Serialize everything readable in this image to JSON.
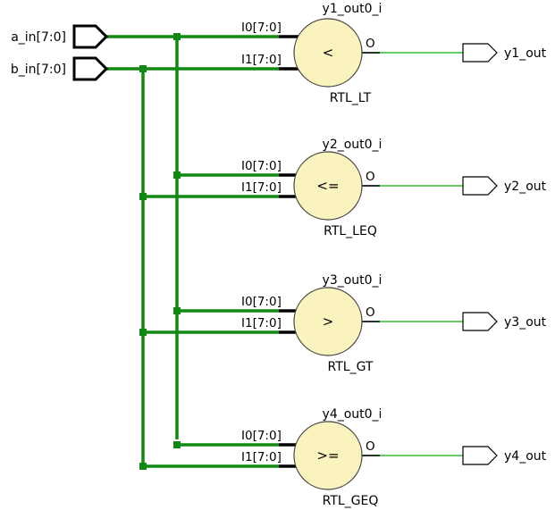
{
  "inputs": [
    {
      "label": "a_in[7:0]"
    },
    {
      "label": "b_in[7:0]"
    }
  ],
  "comparators": [
    {
      "instance": "y1_out0_i",
      "operator": "<",
      "cell": "RTL_LT",
      "pin_a": "I0[7:0]",
      "pin_b": "I1[7:0]",
      "pin_out": "O",
      "output": "y1_out"
    },
    {
      "instance": "y2_out0_i",
      "operator": "<=",
      "cell": "RTL_LEQ",
      "pin_a": "I0[7:0]",
      "pin_b": "I1[7:0]",
      "pin_out": "O",
      "output": "y2_out"
    },
    {
      "instance": "y3_out0_i",
      "operator": ">",
      "cell": "RTL_GT",
      "pin_a": "I0[7:0]",
      "pin_b": "I1[7:0]",
      "pin_out": "O",
      "output": "y3_out"
    },
    {
      "instance": "y4_out0_i",
      "operator": ">=",
      "cell": "RTL_GEQ",
      "pin_a": "I0[7:0]",
      "pin_b": "I1[7:0]",
      "pin_out": "O",
      "output": "y4_out"
    }
  ],
  "colors": {
    "bus_wire": "#118811",
    "single_wire": "#33bb33",
    "cell_fill": "#fbf3be",
    "cell_stroke": "#444444",
    "pin_stub": "#000000",
    "port_stroke": "#000000"
  }
}
